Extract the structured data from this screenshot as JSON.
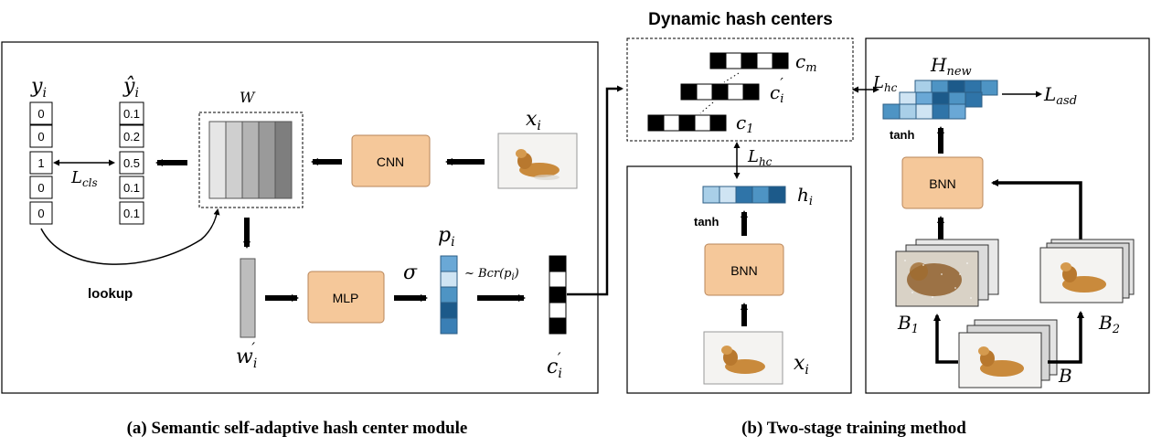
{
  "title": "Dynamic hash centers",
  "captions": {
    "a": "(a) Semantic self-adaptive hash center module",
    "b": "(b) Two-stage training method"
  },
  "vectors": {
    "y_label": "y",
    "y_sub": "i",
    "y_values": [
      "0",
      "0",
      "1",
      "0",
      "0"
    ],
    "yhat_label": "ŷ",
    "yhat_sub": "i",
    "yhat_values": [
      "0.1",
      "0.2",
      "0.5",
      "0.1",
      "0.1"
    ]
  },
  "labels": {
    "L_cls": "L",
    "L_cls_sub": "cls",
    "W": "W",
    "x_i": "x",
    "x_i_sub": "i",
    "cnn": "CNN",
    "lookup": "lookup",
    "mlp": "MLP",
    "sigma": "σ",
    "w_i": "w",
    "w_i_sub": "i",
    "w_i_prime": "′",
    "p_i": "p",
    "p_i_sub": "i",
    "bernoulli": "~ Bcr(p",
    "bernoulli_sub": "i",
    "bernoulli_close": ")",
    "c_i": "c",
    "c_i_sub": "i",
    "c_i_prime": "′",
    "c_m": "c",
    "c_m_sub": "m",
    "c_1": "c",
    "c_1_sub": "1",
    "L_hc": "L",
    "L_hc_sub": "hc",
    "h_i": "h",
    "h_i_sub": "i",
    "tanh": "tanh",
    "bnn": "BNN",
    "H_new": "H",
    "H_new_sub": "new",
    "L_asd": "L",
    "L_asd_sub": "asd",
    "B": "B",
    "B1": "B",
    "B1_sub": "1",
    "B2": "B",
    "B2_sub": "2"
  },
  "colors": {
    "block": "#f5c89a",
    "block_stroke": "#b8865a",
    "blue_light": "#a9cfe8",
    "blue_mid": "#4e94c4",
    "blue_dark": "#1c5a8a",
    "gray_bar": "#bdbdbd"
  }
}
